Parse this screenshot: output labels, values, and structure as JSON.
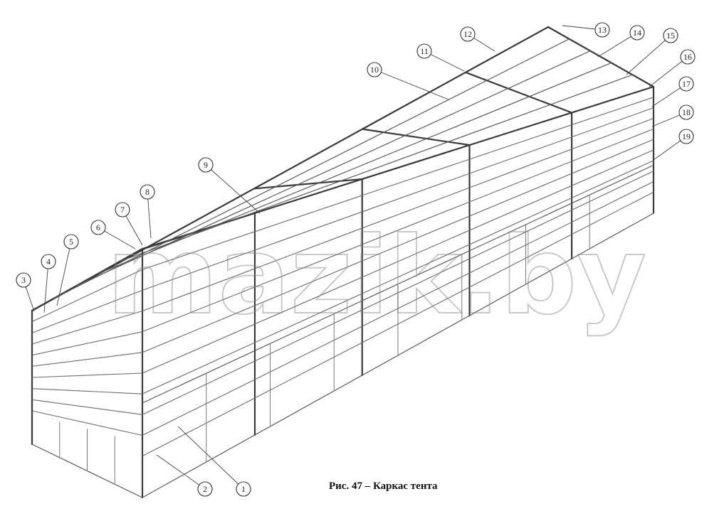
{
  "caption": "Рис. 47 – Каркас тента",
  "watermark": "mazik.by",
  "callouts": [
    "1",
    "2",
    "3",
    "4",
    "5",
    "6",
    "7",
    "8",
    "9",
    "10",
    "11",
    "12",
    "13",
    "14",
    "15",
    "16",
    "17",
    "18",
    "19"
  ]
}
